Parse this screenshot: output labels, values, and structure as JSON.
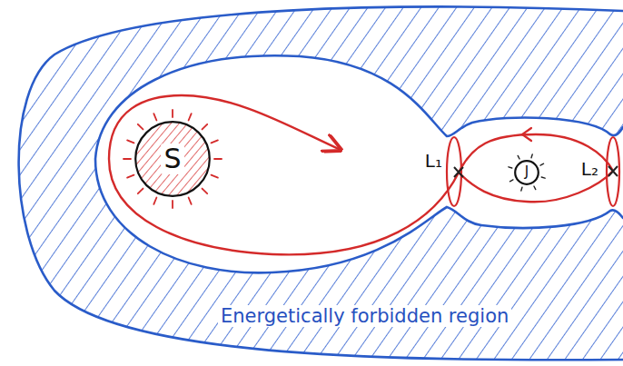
{
  "diagram": {
    "nodes": [
      {
        "text": [
          "S"
        ]
      },
      {
        "text": [
          "J"
        ]
      }
    ],
    "labels": [
      "L₁",
      "L₂",
      "Energetically forbidden region"
    ]
  }
}
